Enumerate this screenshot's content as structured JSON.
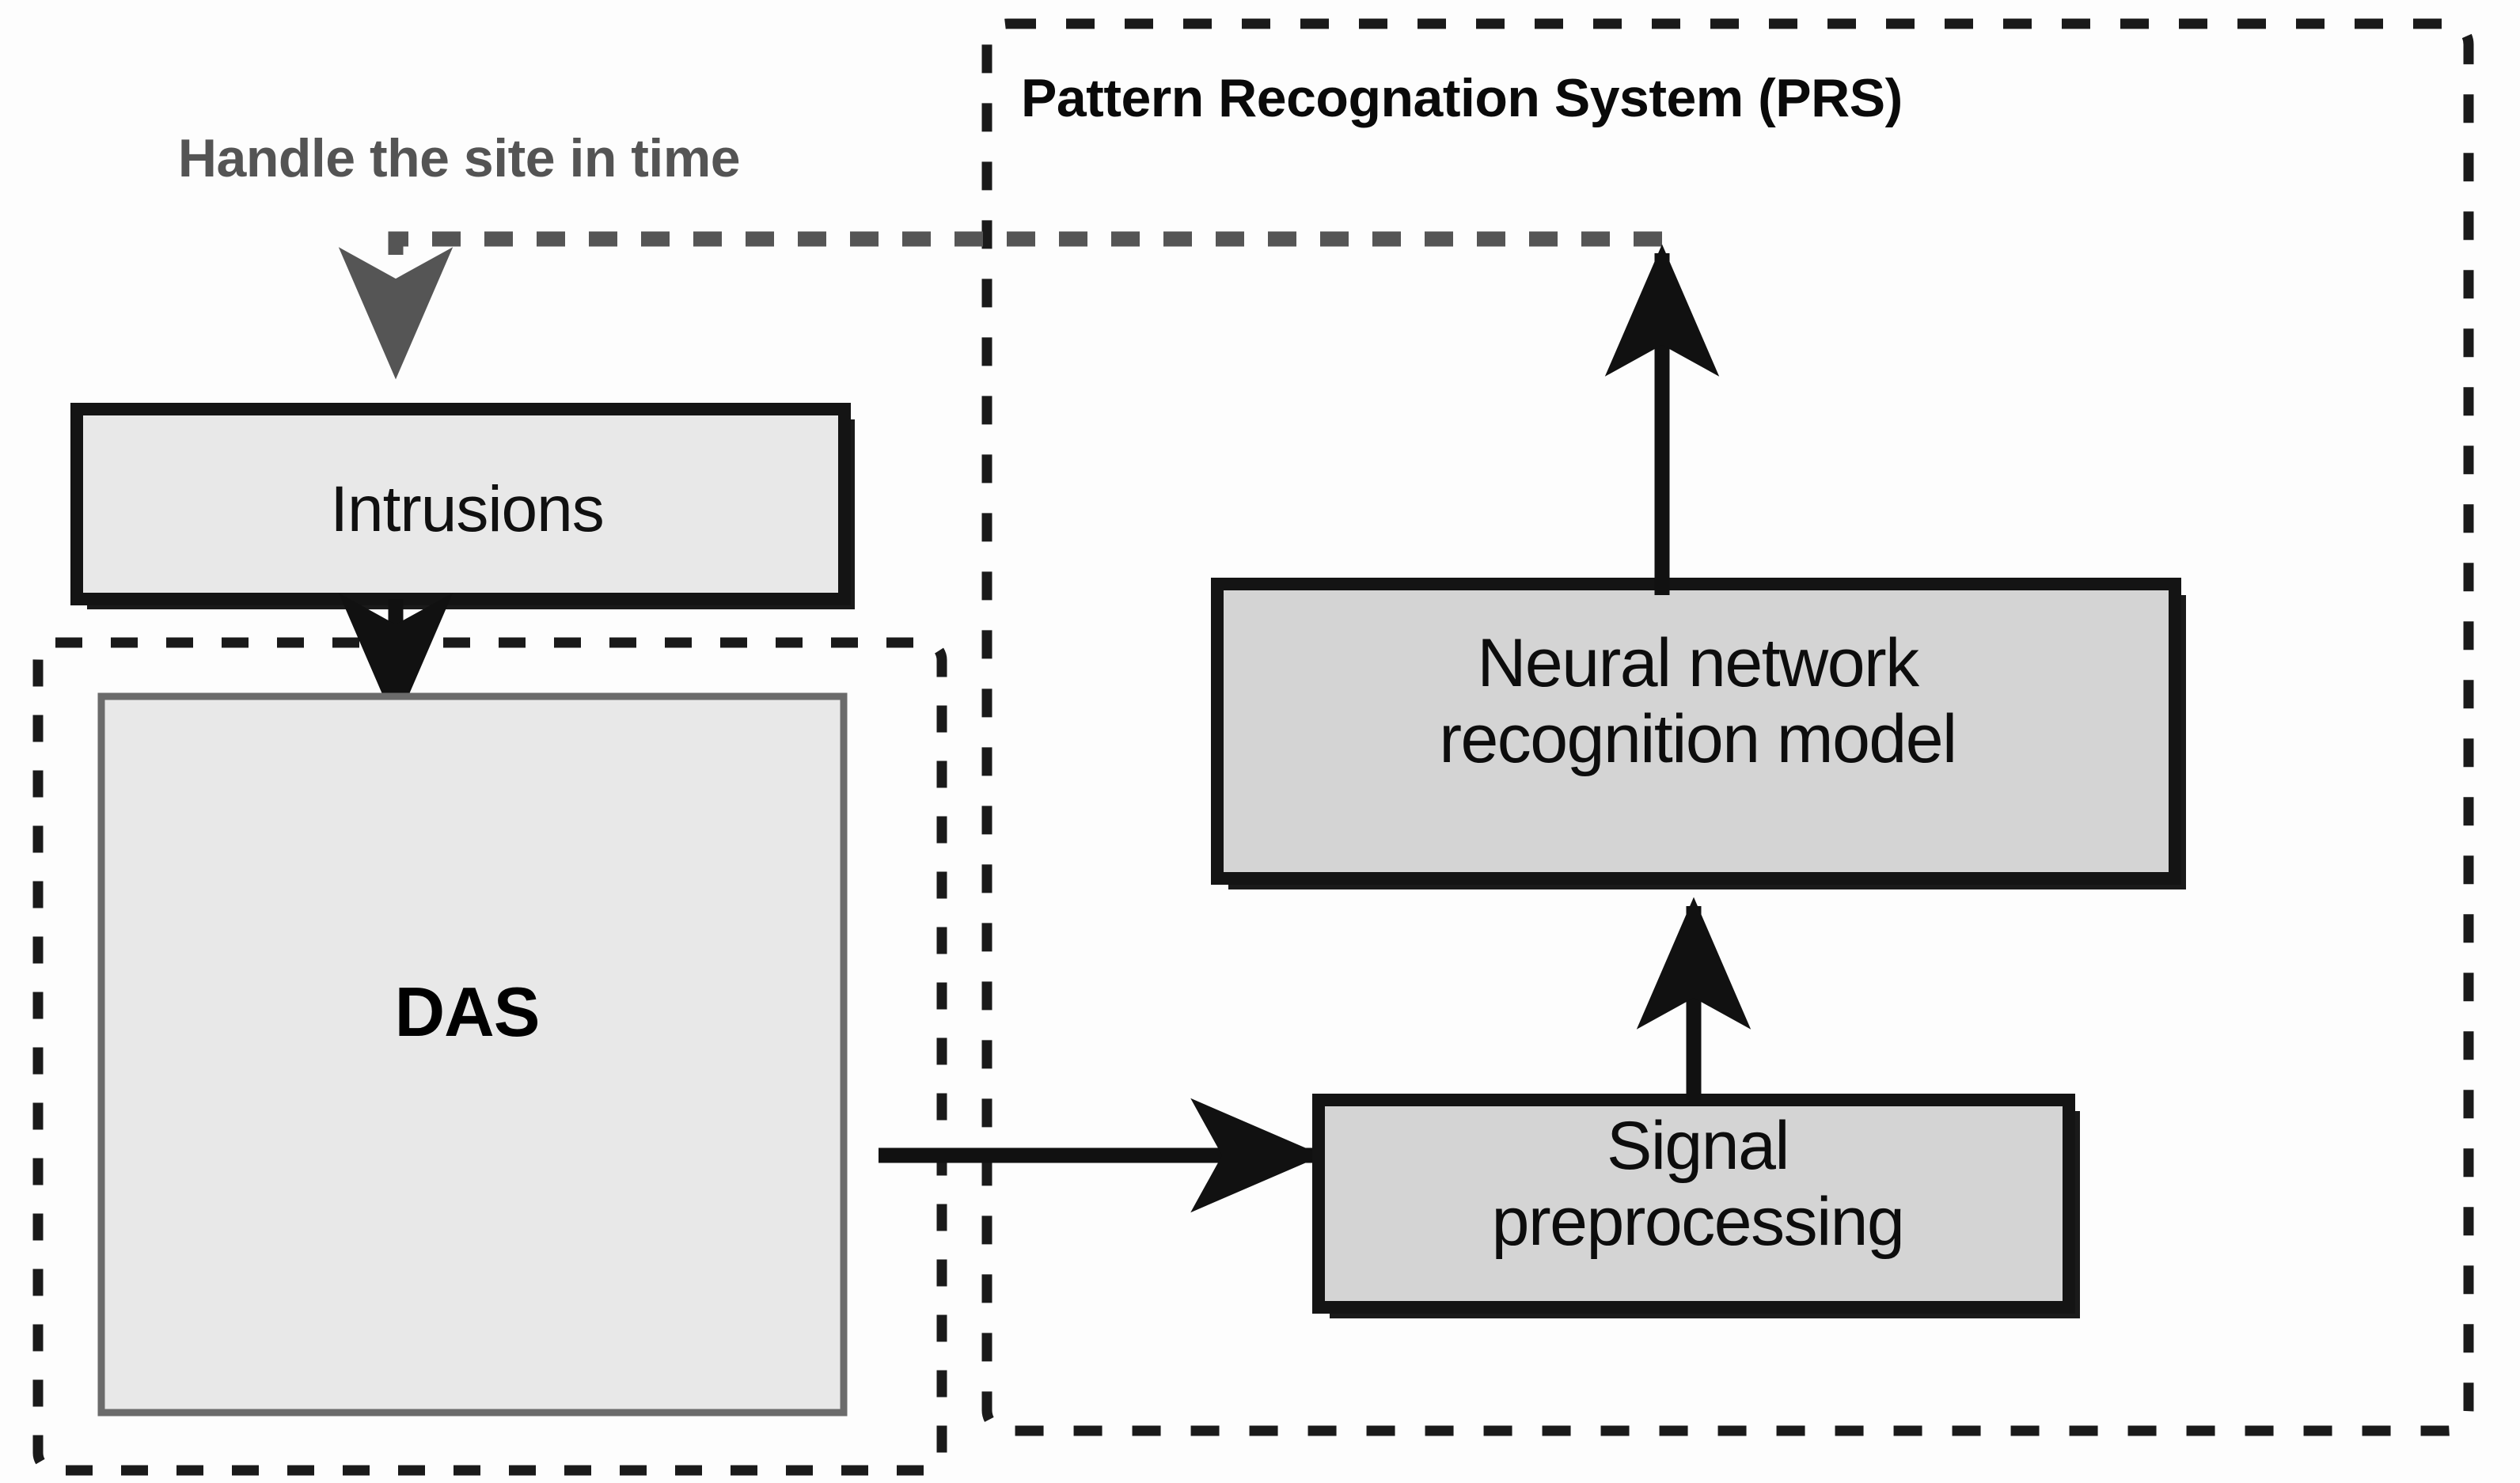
{
  "diagram": {
    "type": "block-flow-diagram",
    "background_color": "#fdfdfd",
    "nodes": [
      {
        "id": "intrusions",
        "label": "Intrusions",
        "shape": "rectangle",
        "fill": "#e8e8e8",
        "border": "#141414",
        "border_style": "solid-thick"
      },
      {
        "id": "das",
        "label": "DAS",
        "shape": "rectangle",
        "fill": "#e8e8e8",
        "border": "#6b6b6b",
        "border_style": "solid-thin"
      },
      {
        "id": "neural-network",
        "label": "Neural network recognition model",
        "label_line1": "Neural network",
        "label_line2": "recognition model",
        "shape": "rectangle",
        "fill": "#d4d4d4",
        "border": "#141414",
        "border_style": "solid-thick"
      },
      {
        "id": "signal-preprocessing",
        "label": "Signal preprocessing",
        "label_line1": "Signal",
        "label_line2": "preprocessing",
        "shape": "rectangle",
        "fill": "#d4d4d4",
        "border": "#141414",
        "border_style": "solid-thick"
      }
    ],
    "groups": [
      {
        "id": "das-group",
        "label": "",
        "border_style": "dashed",
        "border_color": "#1a1a1a"
      },
      {
        "id": "prs-group",
        "label": "Pattern Recognation System (PRS)",
        "border_style": "dashed",
        "border_color": "#1a1a1a"
      }
    ],
    "edges": [
      {
        "id": "intrusions-to-das",
        "from": "intrusions",
        "to": "das",
        "style": "solid",
        "color": "#111111",
        "arrow": "end"
      },
      {
        "id": "das-to-signal-preprocessing",
        "from": "das",
        "to": "signal-preprocessing",
        "style": "solid",
        "color": "#111111",
        "arrow": "end"
      },
      {
        "id": "signal-preprocessing-to-neural-network",
        "from": "signal-preprocessing",
        "to": "neural-network",
        "style": "solid",
        "color": "#111111",
        "arrow": "end"
      },
      {
        "id": "neural-network-to-feedback-bus",
        "from": "neural-network",
        "to": "feedback-bus",
        "style": "solid",
        "color": "#111111",
        "arrow": "end"
      },
      {
        "id": "feedback-to-intrusions",
        "label": "Handle the site in time",
        "from": "prs-group",
        "to": "intrusions",
        "style": "dashed",
        "color": "#555555",
        "arrow": "end"
      }
    ],
    "labels": {
      "feedback_note": "Handle the site in time",
      "prs_title": "Pattern Recognation System (PRS)"
    },
    "colors": {
      "box_fill_light": "#e8e8e8",
      "box_fill_mid": "#d4d4d4",
      "box_border_dark": "#141414",
      "box_border_gray": "#6b6b6b",
      "arrow_black": "#111111",
      "arrow_gray": "#555555",
      "text_dark": "#0d0d0d",
      "text_gray": "#545454"
    }
  }
}
